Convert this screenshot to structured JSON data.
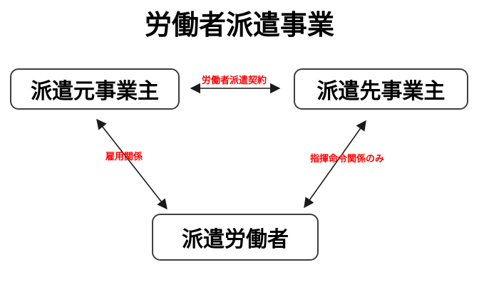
{
  "title": "労働者派遣事業",
  "nodes": {
    "dispatcher": {
      "label": "派遣元事業主"
    },
    "client": {
      "label": "派遣先事業主"
    },
    "worker": {
      "label": "派遣労働者"
    }
  },
  "edges": {
    "contract": {
      "label": "労働者派遣契約"
    },
    "employment": {
      "label": "雇用関係"
    },
    "command": {
      "label": "指揮命令関係のみ"
    }
  },
  "colors": {
    "background": "#ffffff",
    "title_text": "#000000",
    "node_border": "#3f3f3f",
    "node_text": "#000000",
    "arrow": "#1a1a1a",
    "edge_label": "#ff0000"
  }
}
